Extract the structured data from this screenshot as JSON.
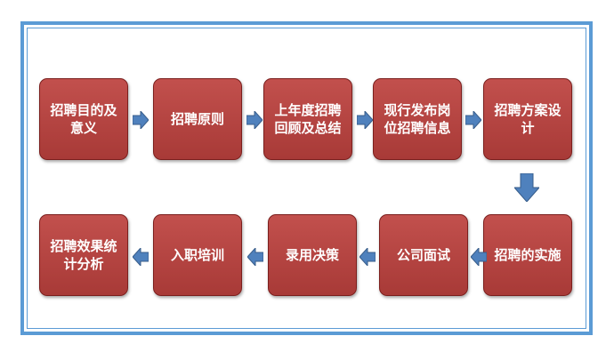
{
  "steps": [
    {
      "label": "招聘目的及意义"
    },
    {
      "label": "招聘原则"
    },
    {
      "label": "上年度招聘回顾及总结"
    },
    {
      "label": "现行发布岗位招聘信息"
    },
    {
      "label": "招聘方案设计"
    },
    {
      "label": "招聘的实施"
    },
    {
      "label": "公司面试"
    },
    {
      "label": "录用决策"
    },
    {
      "label": "入职培训"
    },
    {
      "label": "招聘效果统计分析"
    }
  ],
  "colors": {
    "box_fill": "#b9423f",
    "box_border": "#7b1f1d",
    "arrow": "#4f81bd",
    "frame": "#5b9bd5"
  }
}
